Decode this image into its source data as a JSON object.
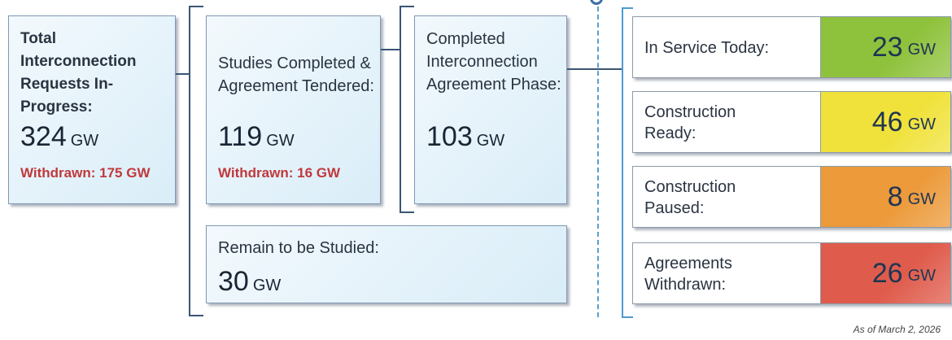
{
  "total": {
    "label": "Total Interconnection Requests In-Progress:",
    "value": "324",
    "unit": "GW",
    "withdrawn_label": "Withdrawn:",
    "withdrawn_value": "175",
    "withdrawn_unit": "GW"
  },
  "studies": {
    "label": "Studies Completed & Agreement Tendered:",
    "value": "119",
    "unit": "GW",
    "withdrawn_label": "Withdrawn:",
    "withdrawn_value": "16",
    "withdrawn_unit": "GW"
  },
  "completed": {
    "label": "Completed Interconnection Agreement Phase:",
    "value": "103",
    "unit": "GW"
  },
  "remain": {
    "label": "Remain to be Studied:",
    "value": "30",
    "unit": "GW"
  },
  "status": [
    {
      "label": "In Service Today:",
      "value": "23",
      "unit": "GW",
      "color": "#8fc23c"
    },
    {
      "label": "Construction Ready:",
      "value": "46",
      "unit": "GW",
      "color": "#f0e23a"
    },
    {
      "label": "Construction Paused:",
      "value": "8",
      "unit": "GW",
      "color": "#ec9a3a"
    },
    {
      "label": "Agreements Withdrawn:",
      "value": "26",
      "unit": "GW",
      "color": "#df5c4c"
    }
  ],
  "footnote": "As of March 2, 2026",
  "colors": {
    "line": "#3a5575",
    "withdrawn_text": "#c0393b",
    "box_border": "#7f98b3"
  }
}
